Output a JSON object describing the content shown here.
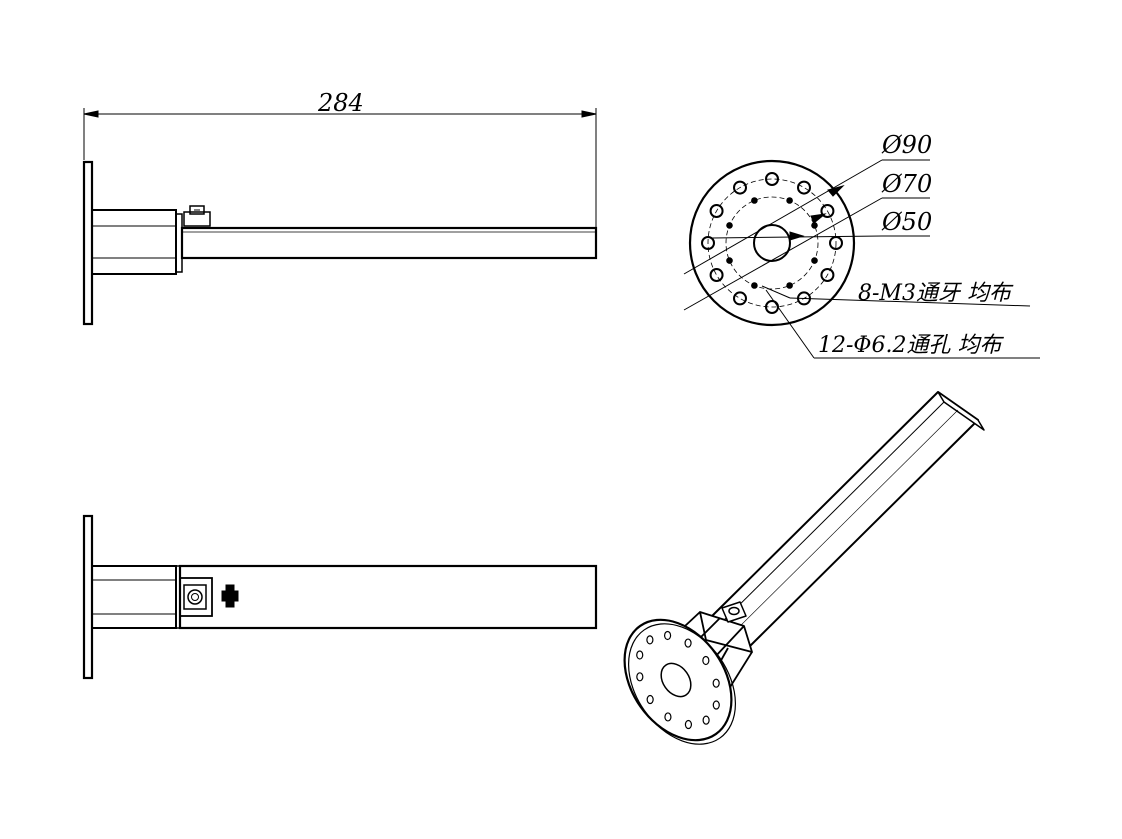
{
  "drawing": {
    "overall_length": "284",
    "flange": {
      "d_outer": "Ø90",
      "d_hole_circle": "Ø70",
      "d_tap_circle": "Ø50",
      "tap_note": "8-M3通牙 均布",
      "hole_note": "12-Φ6.2通孔 均布"
    }
  }
}
